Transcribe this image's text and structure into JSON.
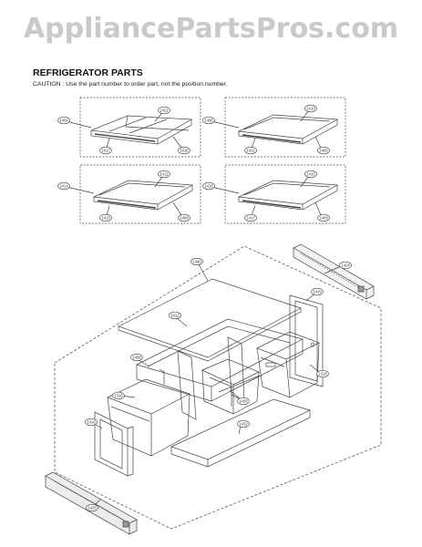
{
  "watermark": "AppliancePartsPros.com",
  "header": {
    "title": "REFRIGERATOR PARTS",
    "caution": "CAUTION : Use the part number to order part, not the position number."
  },
  "labels": {
    "b1_main": "1404",
    "b1_top": "1422",
    "b1_l": "1417",
    "b1_r": "1416",
    "b2_main": "1406",
    "b2_top": "1410",
    "b2_l": "1411",
    "b2_r": "1405",
    "b3_main": "1414",
    "b3_top": "1412",
    "b3_l": "1413",
    "b3_r": "1408",
    "b4_main": "1416",
    "b4_top": "1415",
    "b4_l": "1417",
    "b4_r": "1409",
    "asm_main": "1440",
    "rail_top": "1424",
    "cover": "1412",
    "right_frame": "1419",
    "left_frame": "1308",
    "crisper_r": "1318",
    "crisper_l": "1316",
    "drawer_front": "1418",
    "divider": "1430",
    "base": "1432",
    "rail_bottom": "1425"
  }
}
